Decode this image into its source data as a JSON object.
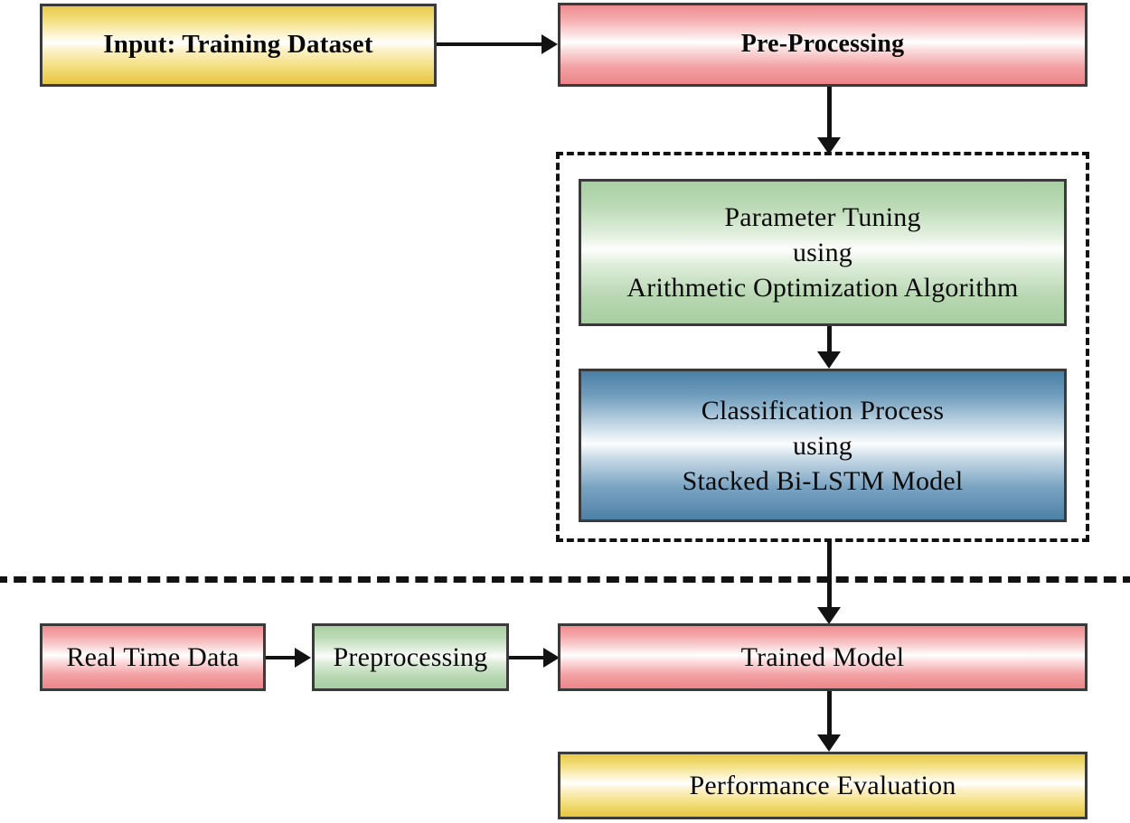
{
  "diagram": {
    "title": "Proposed model workflow",
    "colors": {
      "yellow": "#f2dd77",
      "pink": "#f4a8ab",
      "green": "#bcdab6",
      "blue": "#6f9cbc",
      "stroke": "#3a3a3a",
      "connector": "#121212",
      "background": "#ffffff"
    },
    "nodes": {
      "input_training_dataset": "Input: Training Dataset",
      "pre_processing": "Pre-Processing",
      "parameter_tuning": "Parameter Tuning\nusing\nArithmetic Optimization Algorithm",
      "classification_process": "Classification Process\nusing\nStacked  Bi-LSTM Model",
      "real_time_data": "Real Time Data",
      "preprocessing": "Preprocessing",
      "trained_model": "Trained Model",
      "performance_evaluation": "Performance Evaluation"
    },
    "groups": {
      "training_phase_container": "training-phase-dashed-container"
    },
    "separators": {
      "phase_divider": "training-vs-inference-divider"
    },
    "connectors": [
      "input-to-preprocessing",
      "preprocessing-to-training-container",
      "parameter-tuning-to-classification",
      "training-container-to-trained-model",
      "real-time-data-to-preprocessing",
      "preprocessing-to-trained-model",
      "trained-model-to-performance-evaluation"
    ]
  }
}
